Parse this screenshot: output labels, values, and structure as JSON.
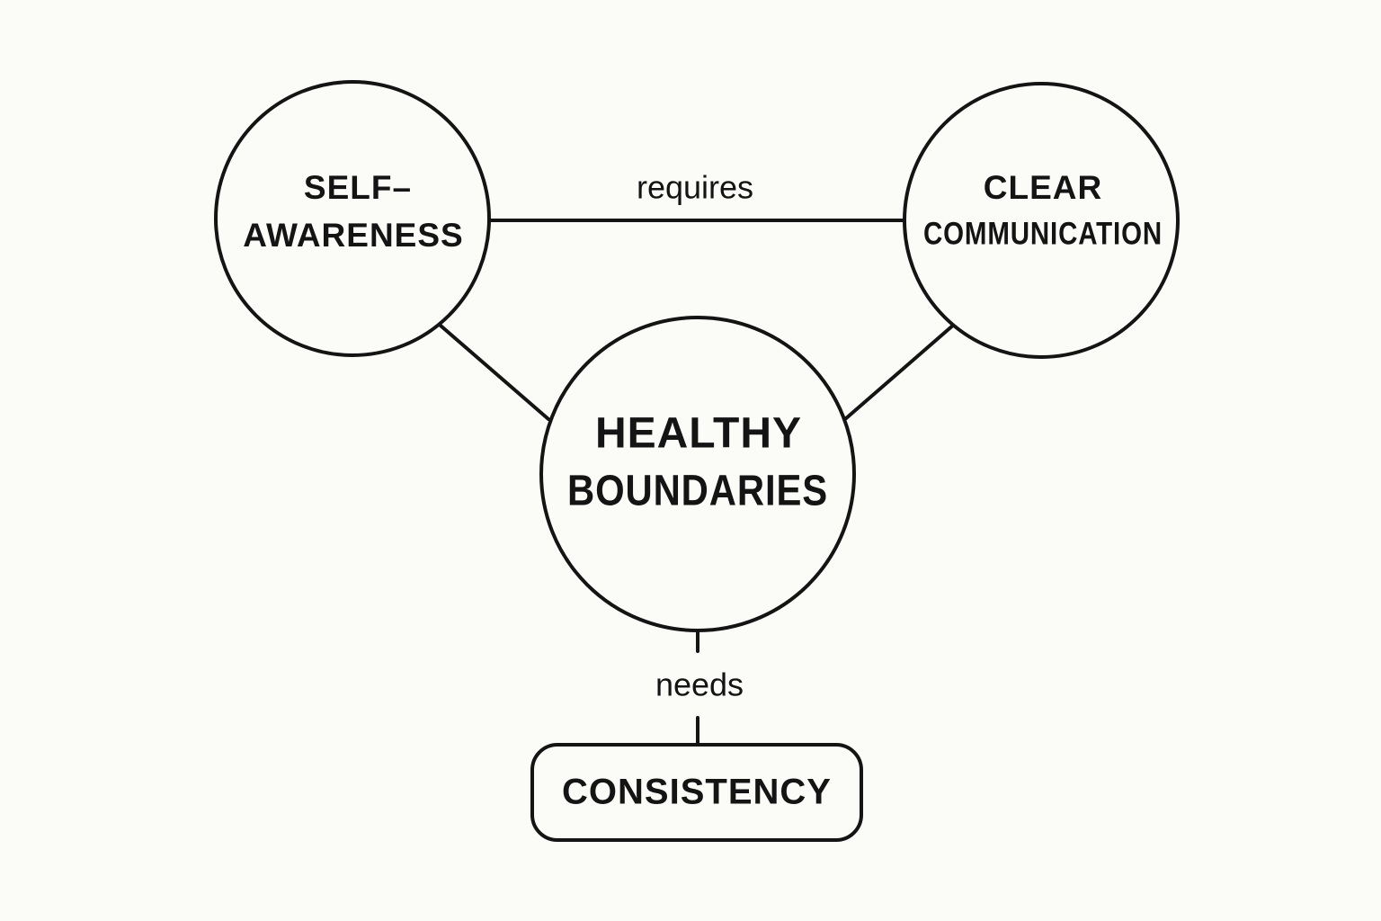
{
  "colors": {
    "background": "#fbfbf8",
    "stroke": "#141414",
    "text": "#141414"
  },
  "nodes": {
    "self_awareness": {
      "line1": "SELF–",
      "line2": "AWARENESS"
    },
    "clear_communication": {
      "line1": "CLEAR",
      "line2": "COMMUNICATION"
    },
    "healthy_boundaries": {
      "line1": "HEALTHY",
      "line2": "BOUNDARIES"
    },
    "consistency": {
      "label": "CONSISTENCY"
    }
  },
  "edges": {
    "requires": "requires",
    "needs": "needs"
  }
}
